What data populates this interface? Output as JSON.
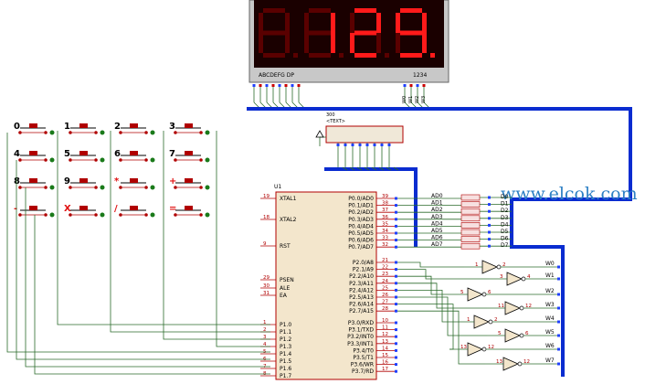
{
  "display": {
    "digits": [
      "",
      "1",
      "2",
      "9"
    ],
    "decimal_point_digit": 3,
    "segment_label": "ABCDEFG DP",
    "digit_label": "1234",
    "colors": {
      "segment_on": "#ff1a1a",
      "segment_off": "#5a0000",
      "body": "#1a0000"
    }
  },
  "resistor_pack": {
    "value": "300",
    "tag": "<TEXT>"
  },
  "mcu": {
    "ref": "U1",
    "left_pins": [
      {
        "num": "19",
        "name": "XTAL1"
      },
      {
        "num": "18",
        "name": "XTAL2"
      },
      {
        "num": "9",
        "name": "RST"
      },
      {
        "num": "29",
        "name": "PSEN"
      },
      {
        "num": "30",
        "name": "ALE"
      },
      {
        "num": "31",
        "name": "EA"
      },
      {
        "num": "1",
        "name": "P1.0"
      },
      {
        "num": "2",
        "name": "P1.1"
      },
      {
        "num": "3",
        "name": "P1.2"
      },
      {
        "num": "4",
        "name": "P1.3"
      },
      {
        "num": "5",
        "name": "P1.4"
      },
      {
        "num": "6",
        "name": "P1.5"
      },
      {
        "num": "7",
        "name": "P1.6"
      },
      {
        "num": "8",
        "name": "P1.7"
      }
    ],
    "right_pins_p0": [
      {
        "num": "39",
        "name": "P0.0/AD0"
      },
      {
        "num": "38",
        "name": "P0.1/AD1"
      },
      {
        "num": "37",
        "name": "P0.2/AD2"
      },
      {
        "num": "36",
        "name": "P0.3/AD3"
      },
      {
        "num": "35",
        "name": "P0.4/AD4"
      },
      {
        "num": "34",
        "name": "P0.5/AD5"
      },
      {
        "num": "33",
        "name": "P0.6/AD6"
      },
      {
        "num": "32",
        "name": "P0.7/AD7"
      }
    ],
    "right_pins_p2": [
      {
        "num": "21",
        "name": "P2.0/A8"
      },
      {
        "num": "22",
        "name": "P2.1/A9"
      },
      {
        "num": "23",
        "name": "P2.2/A10"
      },
      {
        "num": "24",
        "name": "P2.3/A11"
      },
      {
        "num": "25",
        "name": "P2.4/A12"
      },
      {
        "num": "26",
        "name": "P2.5/A13"
      },
      {
        "num": "27",
        "name": "P2.6/A14"
      },
      {
        "num": "28",
        "name": "P2.7/A15"
      }
    ],
    "right_pins_p3": [
      {
        "num": "10",
        "name": "P3.0/RXD"
      },
      {
        "num": "11",
        "name": "P3.1/TXD"
      },
      {
        "num": "12",
        "name": "P3.2/INT0"
      },
      {
        "num": "13",
        "name": "P3.3/INT1"
      },
      {
        "num": "14",
        "name": "P3.4/T0"
      },
      {
        "num": "15",
        "name": "P3.5/T1"
      },
      {
        "num": "16",
        "name": "P3.6/WR"
      },
      {
        "num": "17",
        "name": "P3.7/RD"
      }
    ]
  },
  "bus_labels_ad": [
    "AD0",
    "AD1",
    "AD2",
    "AD3",
    "AD4",
    "AD5",
    "AD6",
    "AD7"
  ],
  "bus_labels_d": [
    "D0",
    "D1",
    "D2",
    "D3",
    "D4",
    "D5",
    "D6",
    "D7"
  ],
  "keypad": {
    "keys": [
      [
        "0",
        "1",
        "2",
        "3"
      ],
      [
        "4",
        "5",
        "6",
        "7"
      ],
      [
        "8",
        "9",
        "*",
        "+"
      ],
      [
        "-",
        "X",
        "/",
        "="
      ]
    ]
  },
  "drivers": [
    {
      "in": "1",
      "out": "2",
      "label": "W0"
    },
    {
      "in": "3",
      "out": "4",
      "label": "W1"
    },
    {
      "in": "5",
      "out": "6",
      "label": "W2"
    },
    {
      "in": "11",
      "out": "12",
      "label": "W3"
    },
    {
      "in": "1",
      "out": "2",
      "label": "W4"
    },
    {
      "in": "5",
      "out": "6",
      "label": "W5"
    },
    {
      "in": "13",
      "out": "12",
      "label": "W6"
    },
    {
      "in": "13",
      "out": "12",
      "label": "W7"
    }
  ],
  "watermark": "www.elcok.com",
  "digit_pin_labels": [
    "W0",
    "W1",
    "W2",
    "W3"
  ]
}
